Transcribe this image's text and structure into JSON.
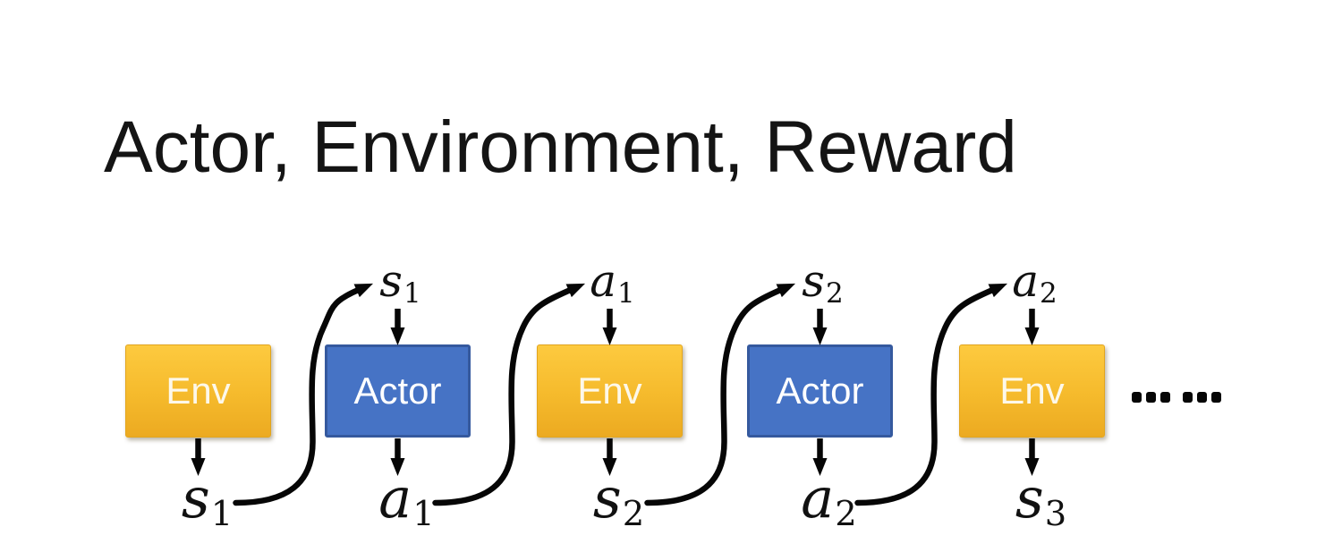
{
  "title": "Actor, Environment, Reward",
  "colors": {
    "background": "#FFFFFF",
    "title": "#141414",
    "env_fill_top": "#FDCA3F",
    "env_fill_mid": "#F5BA2C",
    "env_fill_bottom": "#ECAA21",
    "env_border": "#E2A51E",
    "env_text": "#FDF8EA",
    "actor_fill": "#4673C5",
    "actor_border": "#35599E",
    "actor_text": "#FFFFFF",
    "arrow": "#060606",
    "label": "#111111"
  },
  "diagram": {
    "nodes": [
      {
        "type": "env",
        "label": "Env",
        "bottom_label": {
          "base": "s",
          "sub": "1"
        }
      },
      {
        "type": "actor",
        "label": "Actor",
        "top_label": {
          "base": "s",
          "sub": "1"
        },
        "bottom_label": {
          "base": "a",
          "sub": "1"
        }
      },
      {
        "type": "env",
        "label": "Env",
        "top_label": {
          "base": "a",
          "sub": "1"
        },
        "bottom_label": {
          "base": "s",
          "sub": "2"
        }
      },
      {
        "type": "actor",
        "label": "Actor",
        "top_label": {
          "base": "s",
          "sub": "2"
        },
        "bottom_label": {
          "base": "a",
          "sub": "2"
        }
      },
      {
        "type": "env",
        "label": "Env",
        "top_label": {
          "base": "a",
          "sub": "2"
        },
        "bottom_label": {
          "base": "s",
          "sub": "3"
        }
      }
    ],
    "ellipsis": "……"
  }
}
